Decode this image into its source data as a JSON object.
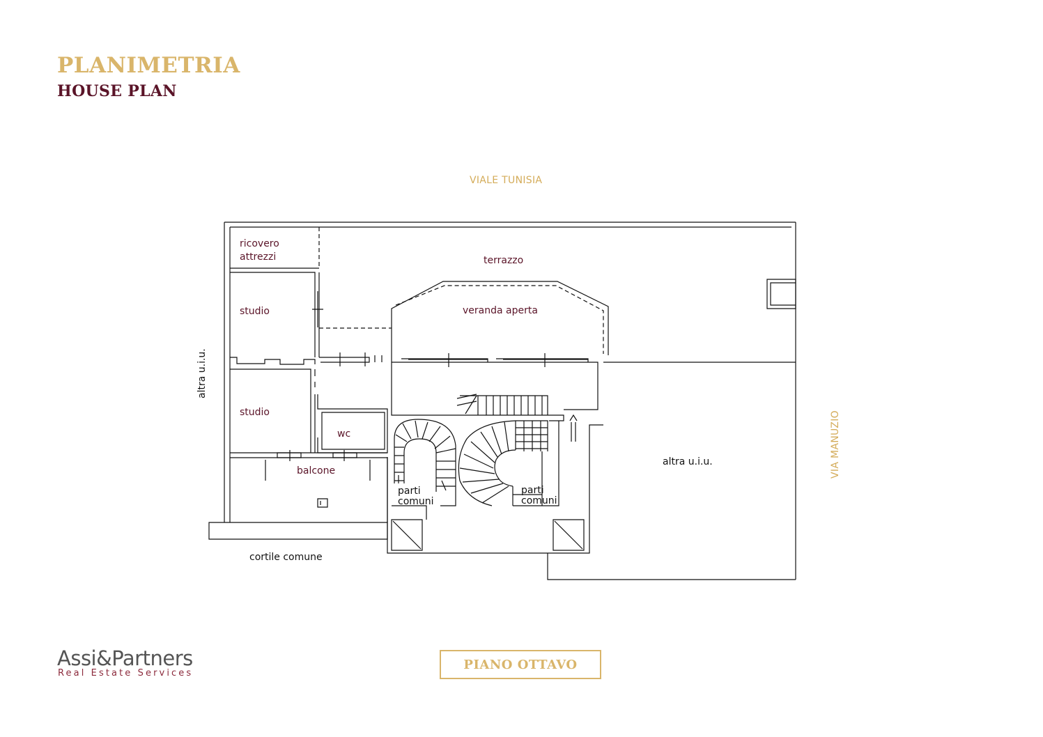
{
  "header": {
    "title_it": "PLANIMETRIA",
    "title_en": "HOUSE PLAN"
  },
  "streets": {
    "top": "VIALE TUNISIA",
    "right": "VIA MANUZIO"
  },
  "rooms": {
    "ricovero_line1": "ricovero",
    "ricovero_line2": "attrezzi",
    "terrazzo": "terrazzo",
    "studio_top": "studio",
    "veranda": "veranda aperta",
    "studio_bottom": "studio",
    "wc": "wc",
    "balcone": "balcone",
    "parti_left_line1": "parti",
    "parti_left_line2": "comuni",
    "parti_right_line1": "parti",
    "parti_right_line2": "comuni",
    "altra_left": "altra u.i.u.",
    "altra_right": "altra u.i.u.",
    "cortile": "cortile comune"
  },
  "footer": {
    "brand": "Assi&Partners",
    "brand_sub": "Real Estate Services",
    "floor": "PIANO OTTAVO"
  },
  "colors": {
    "gold": "#d9b56a",
    "burgundy": "#5a1428",
    "line": "#111111"
  }
}
